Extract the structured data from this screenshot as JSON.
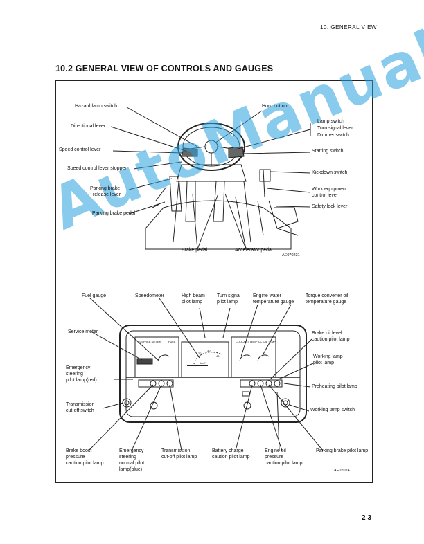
{
  "header": {
    "section": "10. GENERAL VIEW"
  },
  "title": "10.2  GENERAL VIEW OF CONTROLS AND GAUGES",
  "controls": {
    "hazard": "Hazard lamp switch",
    "horn": "Horn button",
    "lamp_group": [
      "Lamp switch",
      "Turn signal lever",
      "Dimmer switch"
    ],
    "directional": "Directional lever",
    "speed_lever": "Speed control lever",
    "starting": "Starting switch",
    "stopper": "Speed control lever stopper",
    "kickdown": "Kickdown switch",
    "park_release": [
      "Parking brake",
      "release lever"
    ],
    "work_equip": [
      "Work equipment",
      "control lever"
    ],
    "safety": "Safety lock lever",
    "park_pedal": "Parking brake pedal",
    "brake_pedal": "Brake pedal",
    "accel": "Accelerator pedal",
    "code": "AE070231"
  },
  "gauges": {
    "fuel": "Fuel gauge",
    "speedo": "Speedometer",
    "highbeam": [
      "High beam",
      "pilot lamp"
    ],
    "turn": [
      "Turn signal",
      "pilot lamp"
    ],
    "water": [
      "Engine water",
      "temperature gauge"
    ],
    "torque": [
      "Torque converter oil",
      "temperature gauge"
    ],
    "service": "Service meter",
    "brake_oil": [
      "Brake oil level",
      "caution pilot lamp"
    ],
    "emerg_red": [
      "Emergency",
      "steering",
      "pilot lamp(red)"
    ],
    "working_lamp": [
      "Working lamp",
      "pilot lamp"
    ],
    "preheat": "Preheating pilot lamp",
    "trans_cut": [
      "Transmission",
      "cut-off switch"
    ],
    "working_switch": "Working lamp switch",
    "brake_boost": [
      "Brake boost",
      "pressure",
      "caution pilot lamp"
    ],
    "emerg_blue": [
      "Emergency",
      "steering",
      "normal pilot",
      "lamp(blue)"
    ],
    "trans_lamp": [
      "Transmission",
      "cut-off pilot lamp"
    ],
    "battery": [
      "Battery charge",
      "caution pilot lamp"
    ],
    "engine_oil": [
      "Engine oil",
      "pressure",
      "caution pilot lamp"
    ],
    "park_lamp": "Parking brake pilot lamp",
    "code": "AE070241",
    "panel": {
      "service": "SERVICE METER",
      "fuel": "FUEL",
      "coolant": "COOLANT TEMP",
      "tc": "T/C OIL TEMP",
      "kmh": "km/h",
      "ticks": [
        "20",
        "30",
        "40"
      ]
    }
  },
  "watermark": "AutoManual",
  "page_number": "23"
}
